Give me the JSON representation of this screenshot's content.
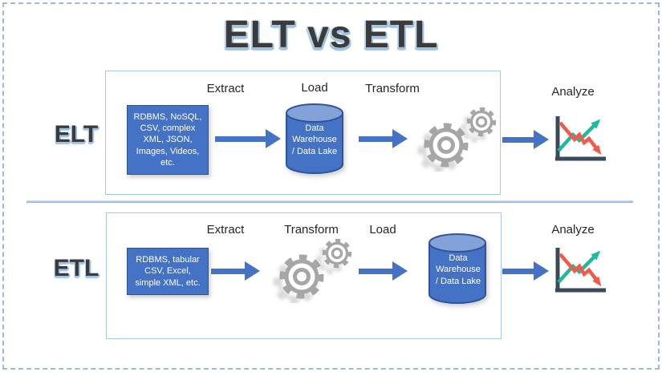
{
  "title": "ELT vs ETL",
  "colors": {
    "accent_blue": "#4472C4",
    "accent_blue_dark": "#2F5597",
    "cylinder_top": "#84A2DA",
    "panel_border": "#A8C7E7",
    "divider": "#AFC0DC",
    "outer_dashed_border": "#9FB6DF",
    "title_text": "#3B3B3B",
    "title_shadow": "#9DC3E6",
    "gear_gray": "#A6A6A6",
    "chart_axis": "#3A4A5A",
    "chart_up_line": "#1ABC9C",
    "chart_down_line": "#F05A4B"
  },
  "icons": {
    "flow_arrow": "right-arrow-icon",
    "database": "database-cylinder-icon",
    "gears": "gears-icon",
    "analyze_chart": "line-chart-icon"
  },
  "rows": [
    {
      "name": "ELT",
      "steps": {
        "first": "Extract",
        "second": "Load",
        "third": "Transform",
        "analyze": "Analyze"
      },
      "source_text": "RDBMS, NoSQL,\nCSV, complex\nXML, JSON,\nImages, Videos,\netc.",
      "warehouse_text": "Data\nWarehouse\n/ Data Lake"
    },
    {
      "name": "ETL",
      "steps": {
        "first": "Extract",
        "second": "Transform",
        "third": "Load",
        "analyze": "Analyze"
      },
      "source_text": "RDBMS, tabular\nCSV, Excel,\nsimple XML, etc.",
      "warehouse_text": "Data\nWarehouse\n/ Data Lake"
    }
  ]
}
